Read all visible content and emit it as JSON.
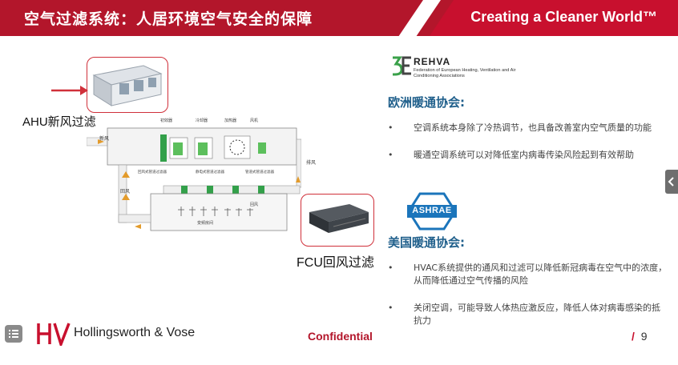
{
  "header": {
    "title": "空气过滤系统：人居环境空气安全的保障",
    "slogan": "Creating a Cleaner World™"
  },
  "diagram": {
    "ahu_label": "AHU新风过滤",
    "fcu_label": "FCU回风过滤",
    "text_labels": [
      "新风",
      "排风",
      "回风",
      "初效器",
      "冷却器",
      "加热器",
      "风机",
      "回风",
      "变频房间",
      "回风式管道过滤器",
      "静电式管道过滤器",
      "管道式管道过滤器"
    ]
  },
  "rehva": {
    "logo_mark": "3E",
    "name": "REHVA",
    "subtitle": "Federation of European Heating, Ventilation and Air Conditioning Associations",
    "section_title": "欧洲暖通协会:",
    "bullets": [
      "空调系统本身除了冷热调节，也具备改善室内空气质量的功能",
      "暖通空调系统可以对降低室内病毒传染风险起到有效帮助"
    ]
  },
  "ashrae": {
    "logo_text": "ASHRAE",
    "section_title": "美国暖通协会:",
    "bullets": [
      "HVAC系统提供的通风和过滤可以降低新冠病毒在空气中的浓度，从而降低通过空气传播的风险",
      "关闭空调，可能导致人体热应激反应，降低人体对病毒感染的抵抗力"
    ]
  },
  "footer": {
    "company": "Hollingsworth & Vose",
    "confidential": "Confidential",
    "page_number": "9"
  },
  "colors": {
    "brand_red": "#c8102e",
    "heading_blue": "#1f5f8b"
  },
  "icons": {
    "bullet": "•",
    "page_slash": "/"
  }
}
